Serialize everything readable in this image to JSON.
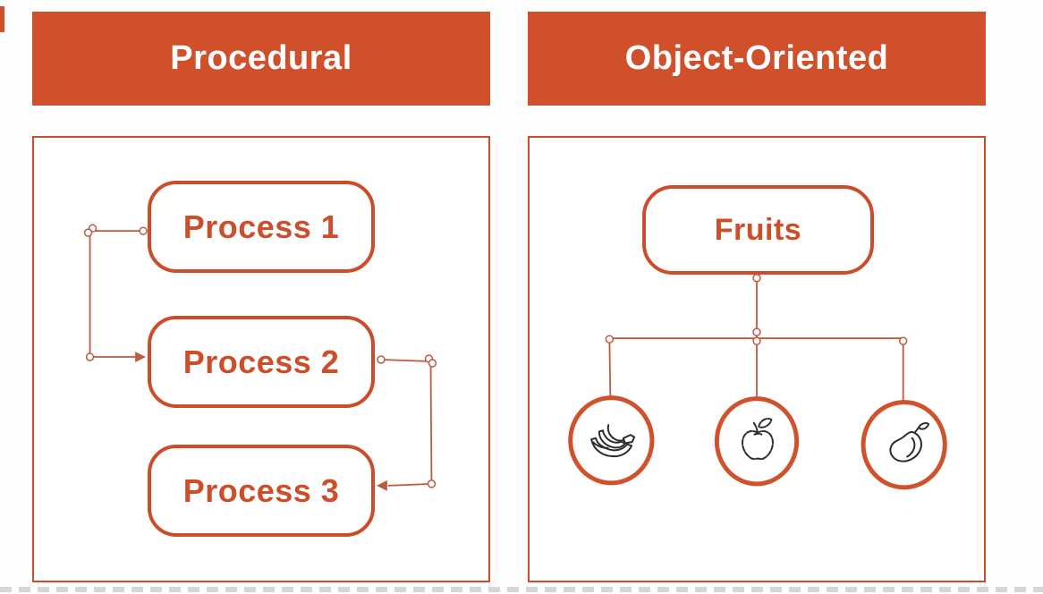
{
  "colors": {
    "header_bg": "#D0502B",
    "header_text": "#FFFFFF",
    "panel_border": "#CB4D29",
    "node_border": "#CB4D29",
    "node_text": "#CC4E2B",
    "connector": "#BC5B42",
    "fruit_circle": "#D0512B",
    "fruit_line_art": "#2B2B2B"
  },
  "panels": {
    "procedural": {
      "header": "Procedural",
      "nodes": [
        {
          "label": "Process 1"
        },
        {
          "label": "Process 2"
        },
        {
          "label": "Process 3"
        }
      ],
      "connections": [
        {
          "from": "Process 1",
          "to": "Process 2"
        },
        {
          "from": "Process 2",
          "to": "Process 3"
        }
      ]
    },
    "object_oriented": {
      "header": "Object-Oriented",
      "root_label": "Fruits",
      "children": [
        {
          "name": "bananas",
          "icon": "bananas-icon"
        },
        {
          "name": "apple",
          "icon": "apple-icon"
        },
        {
          "name": "mango",
          "icon": "mango-icon"
        }
      ]
    }
  }
}
